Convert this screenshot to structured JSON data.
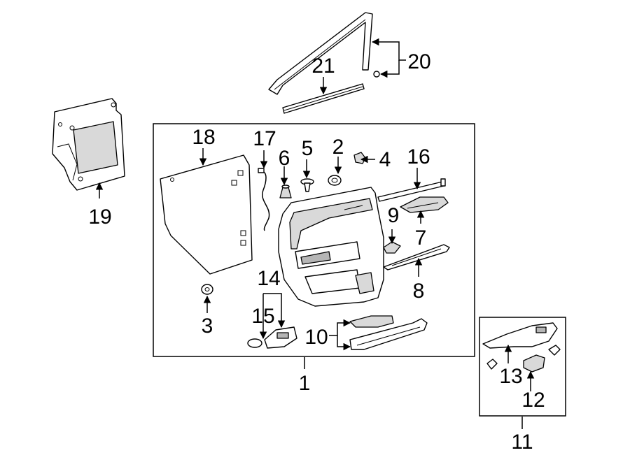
{
  "callouts": {
    "c1": "1",
    "c2": "2",
    "c3": "3",
    "c4": "4",
    "c5": "5",
    "c6": "6",
    "c7": "7",
    "c8": "8",
    "c9": "9",
    "c10": "10",
    "c11": "11",
    "c12": "12",
    "c13": "13",
    "c14": "14",
    "c15": "15",
    "c16": "16",
    "c17": "17",
    "c18": "18",
    "c19": "19",
    "c20": "20",
    "c21": "21"
  },
  "colors": {
    "line": "#000000",
    "background": "#ffffff",
    "shade": "#d9d9d9"
  }
}
